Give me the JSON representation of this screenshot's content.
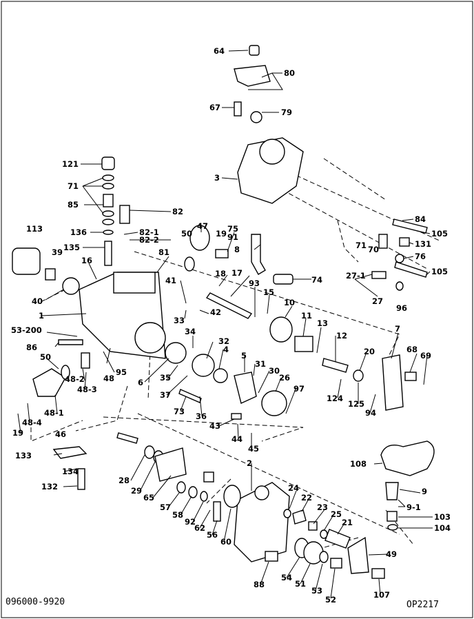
{
  "diagram": {
    "document_number": "096000-9920",
    "sheet_code": "OP2217",
    "callouts": [
      {
        "id": "c64",
        "text": "64"
      },
      {
        "id": "c80",
        "text": "80"
      },
      {
        "id": "c67",
        "text": "67"
      },
      {
        "id": "c79",
        "text": "79"
      },
      {
        "id": "c3",
        "text": "3"
      },
      {
        "id": "c121",
        "text": "121"
      },
      {
        "id": "c71a",
        "text": "71"
      },
      {
        "id": "c85",
        "text": "85"
      },
      {
        "id": "c82",
        "text": "82"
      },
      {
        "id": "c113",
        "text": "113"
      },
      {
        "id": "c136",
        "text": "136"
      },
      {
        "id": "c82-1",
        "text": "82-1"
      },
      {
        "id": "c82-2",
        "text": "82-2"
      },
      {
        "id": "c135",
        "text": "135"
      },
      {
        "id": "c47",
        "text": "47"
      },
      {
        "id": "c19a",
        "text": "19"
      },
      {
        "id": "c50a",
        "text": "50"
      },
      {
        "id": "c75",
        "text": "75"
      },
      {
        "id": "c91",
        "text": "91"
      },
      {
        "id": "c8",
        "text": "8"
      },
      {
        "id": "c39",
        "text": "39"
      },
      {
        "id": "c81",
        "text": "81"
      },
      {
        "id": "c16",
        "text": "16"
      },
      {
        "id": "c18",
        "text": "18"
      },
      {
        "id": "c17",
        "text": "17"
      },
      {
        "id": "c74",
        "text": "74"
      },
      {
        "id": "c84",
        "text": "84"
      },
      {
        "id": "c105a",
        "text": "105"
      },
      {
        "id": "c71b",
        "text": "71"
      },
      {
        "id": "c131",
        "text": "131"
      },
      {
        "id": "c70",
        "text": "70"
      },
      {
        "id": "c76",
        "text": "76"
      },
      {
        "id": "c105b",
        "text": "105"
      },
      {
        "id": "c27-1",
        "text": "27-1"
      },
      {
        "id": "c27",
        "text": "27"
      },
      {
        "id": "c96",
        "text": "96"
      },
      {
        "id": "c40",
        "text": "40"
      },
      {
        "id": "c41",
        "text": "41"
      },
      {
        "id": "c93",
        "text": "93"
      },
      {
        "id": "c15",
        "text": "15"
      },
      {
        "id": "c10",
        "text": "10"
      },
      {
        "id": "c1",
        "text": "1"
      },
      {
        "id": "c33",
        "text": "33"
      },
      {
        "id": "c42",
        "text": "42"
      },
      {
        "id": "c11",
        "text": "11"
      },
      {
        "id": "c13",
        "text": "13"
      },
      {
        "id": "c53-200",
        "text": "53-200"
      },
      {
        "id": "c34",
        "text": "34"
      },
      {
        "id": "c7",
        "text": "7"
      },
      {
        "id": "c86",
        "text": "86"
      },
      {
        "id": "c32",
        "text": "32"
      },
      {
        "id": "c12",
        "text": "12"
      },
      {
        "id": "c4",
        "text": "4"
      },
      {
        "id": "c68",
        "text": "68"
      },
      {
        "id": "c69",
        "text": "69"
      },
      {
        "id": "c50b",
        "text": "50"
      },
      {
        "id": "c20",
        "text": "20"
      },
      {
        "id": "c5",
        "text": "5"
      },
      {
        "id": "c48",
        "text": "48"
      },
      {
        "id": "c95",
        "text": "95"
      },
      {
        "id": "c31",
        "text": "31"
      },
      {
        "id": "c30",
        "text": "30"
      },
      {
        "id": "c6",
        "text": "6"
      },
      {
        "id": "c35",
        "text": "35"
      },
      {
        "id": "c26",
        "text": "26"
      },
      {
        "id": "c124",
        "text": "124"
      },
      {
        "id": "c48-2",
        "text": "48-2"
      },
      {
        "id": "c48-3",
        "text": "48-3"
      },
      {
        "id": "c125",
        "text": "125"
      },
      {
        "id": "c94",
        "text": "94"
      },
      {
        "id": "c37",
        "text": "37"
      },
      {
        "id": "c97",
        "text": "97"
      },
      {
        "id": "c48-1",
        "text": "48-1"
      },
      {
        "id": "c73",
        "text": "73"
      },
      {
        "id": "c36",
        "text": "36"
      },
      {
        "id": "c48-4",
        "text": "48-4"
      },
      {
        "id": "c19b",
        "text": "19"
      },
      {
        "id": "c43",
        "text": "43"
      },
      {
        "id": "c46",
        "text": "46"
      },
      {
        "id": "c44",
        "text": "44"
      },
      {
        "id": "c45",
        "text": "45"
      },
      {
        "id": "c133",
        "text": "133"
      },
      {
        "id": "c108",
        "text": "108"
      },
      {
        "id": "c134",
        "text": "134"
      },
      {
        "id": "c2",
        "text": "2"
      },
      {
        "id": "c28",
        "text": "28"
      },
      {
        "id": "c132",
        "text": "132"
      },
      {
        "id": "c29",
        "text": "29"
      },
      {
        "id": "c65",
        "text": "65"
      },
      {
        "id": "c9",
        "text": "9"
      },
      {
        "id": "c24",
        "text": "24"
      },
      {
        "id": "c22",
        "text": "22"
      },
      {
        "id": "c9-1",
        "text": "9-1"
      },
      {
        "id": "c57",
        "text": "57"
      },
      {
        "id": "c23",
        "text": "23"
      },
      {
        "id": "c103",
        "text": "103"
      },
      {
        "id": "c58",
        "text": "58"
      },
      {
        "id": "c92",
        "text": "92"
      },
      {
        "id": "c25",
        "text": "25"
      },
      {
        "id": "c21",
        "text": "21"
      },
      {
        "id": "c104",
        "text": "104"
      },
      {
        "id": "c62",
        "text": "62"
      },
      {
        "id": "c56",
        "text": "56"
      },
      {
        "id": "c60",
        "text": "60"
      },
      {
        "id": "c49",
        "text": "49"
      },
      {
        "id": "c88",
        "text": "88"
      },
      {
        "id": "c54",
        "text": "54"
      },
      {
        "id": "c51",
        "text": "51"
      },
      {
        "id": "c53",
        "text": "53"
      },
      {
        "id": "c107",
        "text": "107"
      },
      {
        "id": "c52",
        "text": "52"
      }
    ]
  }
}
